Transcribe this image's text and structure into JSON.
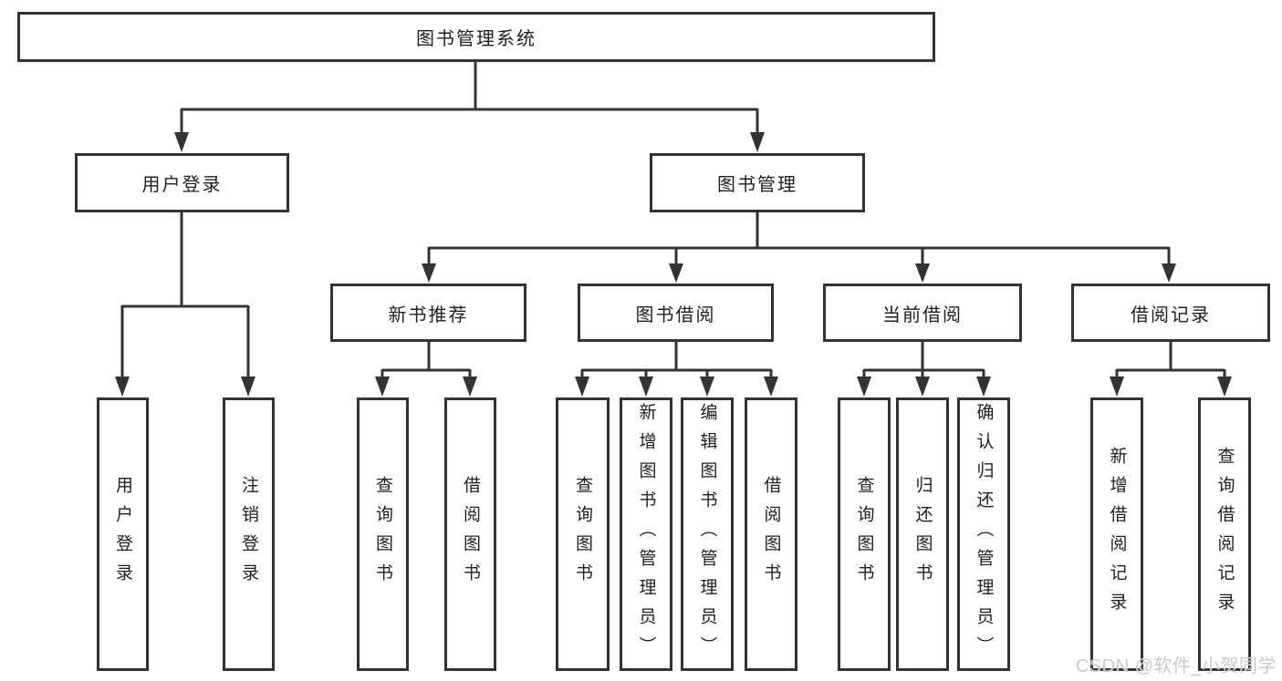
{
  "diagram": {
    "title": "图书管理系统",
    "root": {
      "label": "图书管理系统"
    },
    "level2": [
      {
        "label": "用户登录"
      },
      {
        "label": "图书管理"
      }
    ],
    "level3": [
      {
        "label": "新书推荐",
        "parent": "图书管理"
      },
      {
        "label": "图书借阅",
        "parent": "图书管理"
      },
      {
        "label": "当前借阅",
        "parent": "图书管理"
      },
      {
        "label": "借阅记录",
        "parent": "图书管理"
      }
    ],
    "leaves": [
      {
        "label": "用户登录",
        "parent": "用户登录"
      },
      {
        "label": "注销登录",
        "parent": "用户登录"
      },
      {
        "label": "查询图书",
        "parent": "新书推荐"
      },
      {
        "label": "借阅图书",
        "parent": "新书推荐"
      },
      {
        "label": "查询图书",
        "parent": "图书借阅"
      },
      {
        "label": "新增图书（管理员）",
        "parent": "图书借阅"
      },
      {
        "label": "编辑图书（管理员）",
        "parent": "图书借阅"
      },
      {
        "label": "借阅图书",
        "parent": "图书借阅"
      },
      {
        "label": "查询图书",
        "parent": "当前借阅"
      },
      {
        "label": "归还图书",
        "parent": "当前借阅"
      },
      {
        "label": "确认归还（管理员）",
        "parent": "当前借阅"
      },
      {
        "label": "新增借阅记录",
        "parent": "借阅记录"
      },
      {
        "label": "查询借阅记录",
        "parent": "借阅记录"
      }
    ],
    "watermark": "CSDN @软件_小贺同学",
    "colors": {
      "line": "#333333",
      "box_border": "#333333",
      "box_background": "#ffffff",
      "text": "#1f1f1f",
      "watermark": "#c9c9c9"
    }
  }
}
